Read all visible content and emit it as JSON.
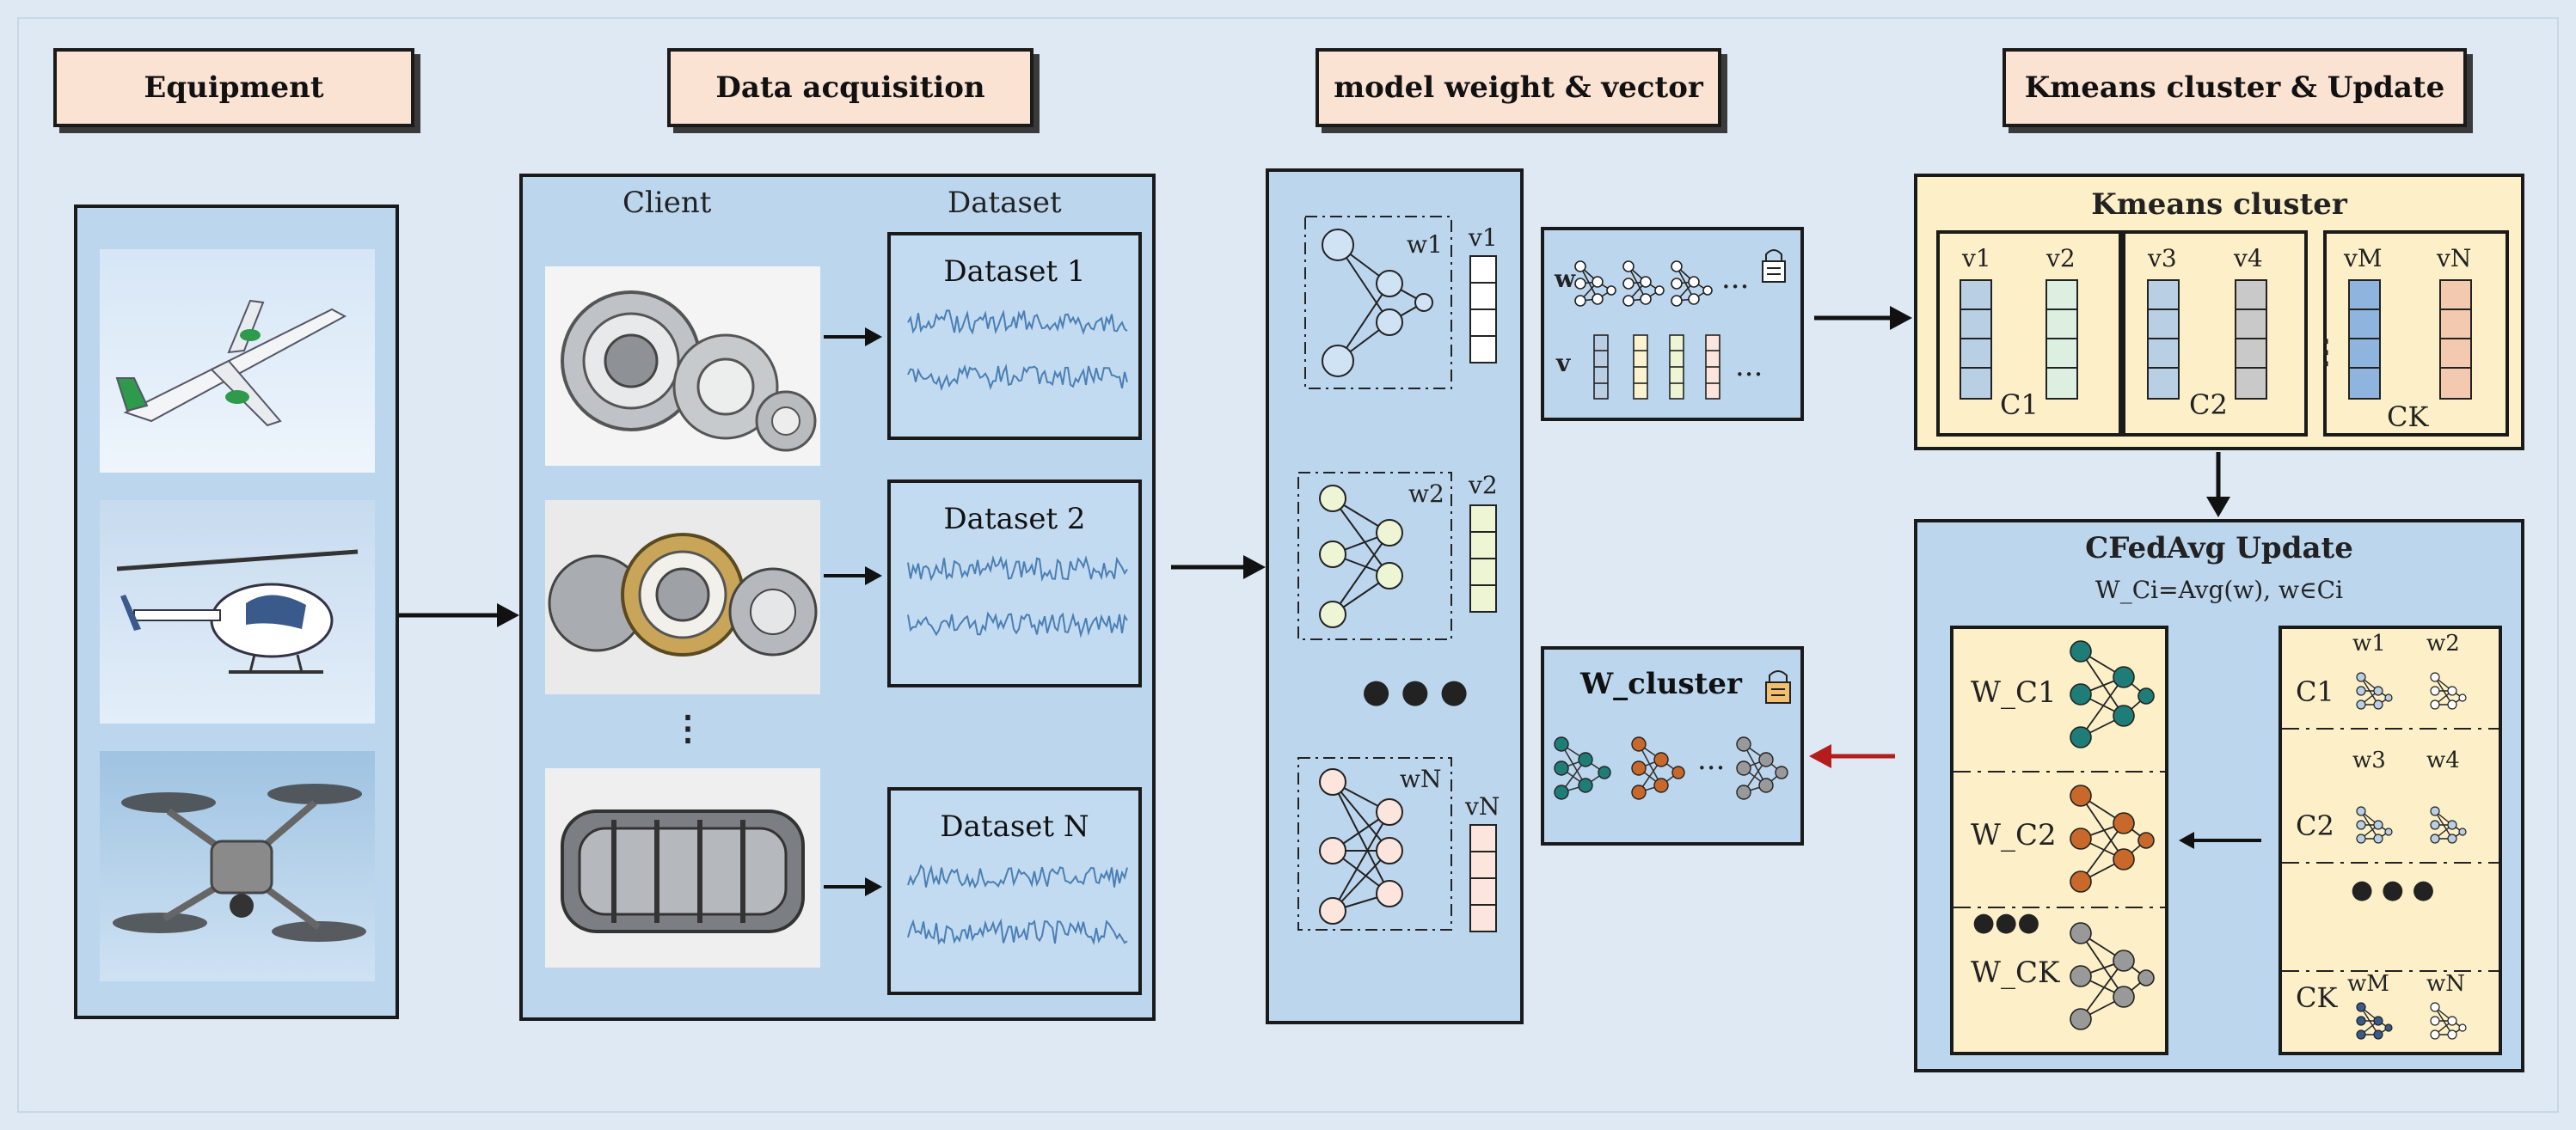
{
  "headers": {
    "equipment": "Equipment",
    "data_acquisition": "Data acquisition",
    "model_weight": "model weight & vector",
    "kmeans_update": "Kmeans cluster & Update"
  },
  "acquisition": {
    "client_label": "Client",
    "dataset_label": "Dataset",
    "datasets": [
      "Dataset 1",
      "Dataset 2",
      "Dataset N"
    ],
    "ellipsis": "⋮"
  },
  "model": {
    "weights": [
      "w1",
      "w2",
      "wN"
    ],
    "vectors": [
      "v1",
      "v2",
      "vN"
    ],
    "ellipsis": "● ● ●"
  },
  "wv_box": {
    "w_label": "w",
    "v_label": "v",
    "ellipsis": "···"
  },
  "wcluster_box": {
    "title": "W_cluster",
    "ellipsis": "···"
  },
  "kmeans": {
    "title": "Kmeans cluster",
    "groups": [
      {
        "vectors": [
          "v1",
          "v2"
        ],
        "cluster": "C1"
      },
      {
        "vectors": [
          "v3",
          "v4"
        ],
        "cluster": "C2"
      },
      {
        "vectors": [
          "vM",
          "vN"
        ],
        "cluster": "CK"
      }
    ],
    "ellipsis": "⋮"
  },
  "cfedavg": {
    "title": "CFedAvg Update",
    "formula": "W_Ci=Avg(w),  w∈Ci",
    "left_labels": [
      "W_C1",
      "W_C2",
      "W_CK"
    ],
    "left_ellipsis": "●●●",
    "right_clusters": [
      "C1",
      "C2",
      "CK"
    ],
    "right_weights": [
      [
        "w1",
        "w2"
      ],
      [
        "w3",
        "w4"
      ],
      [
        "wM",
        "wN"
      ]
    ],
    "right_ellipsis": "● ● ●"
  },
  "colors": {
    "background": "#dfe9f4",
    "header_fill": "#fbe3d4",
    "panel_blue": "#bcd6ee",
    "panel_cream": "#fdf0c8",
    "title_red": "#b51d1d",
    "arrow_red": "#b51d1d",
    "cluster_teal": "#1f7d78",
    "cluster_orange": "#c8682a",
    "cluster_gray": "#999999"
  }
}
